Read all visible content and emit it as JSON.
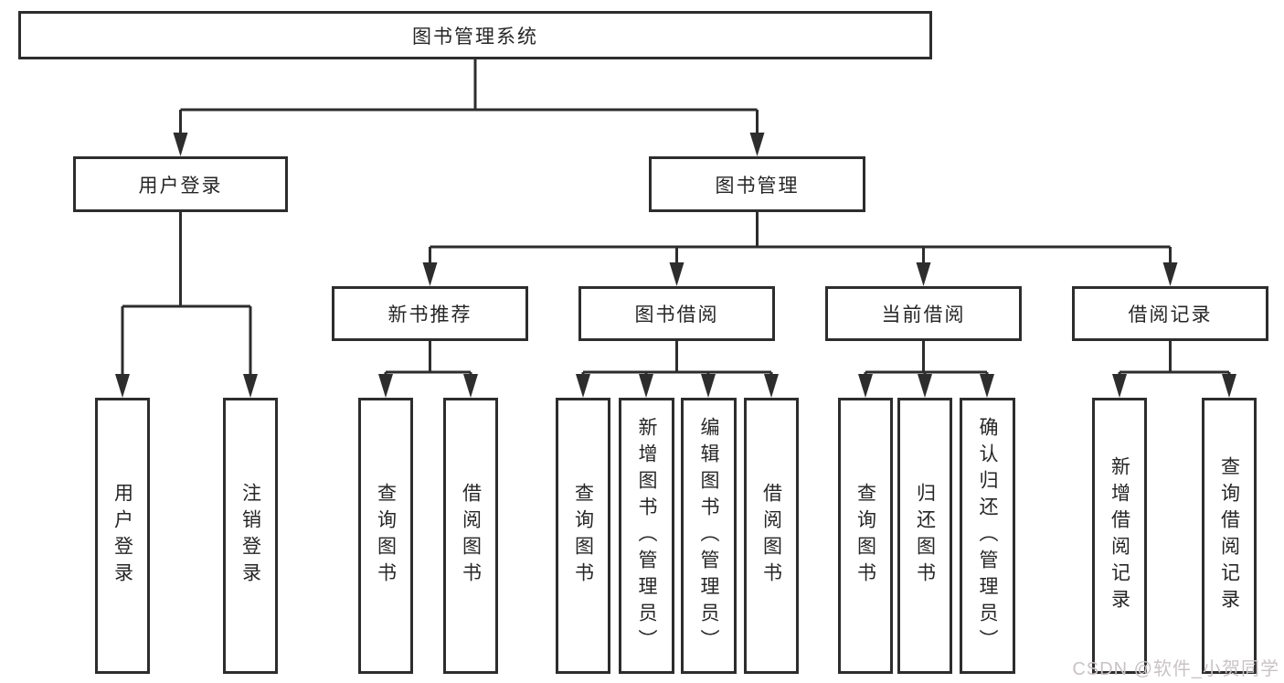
{
  "tree": {
    "label": "图书管理系统",
    "children": [
      {
        "label": "用户登录",
        "children": [
          {
            "label": "用户登录"
          },
          {
            "label": "注销登录"
          }
        ]
      },
      {
        "label": "图书管理",
        "children": [
          {
            "label": "新书推荐",
            "children": [
              {
                "label": "查询图书"
              },
              {
                "label": "借阅图书"
              }
            ]
          },
          {
            "label": "图书借阅",
            "children": [
              {
                "label": "查询图书"
              },
              {
                "label": "新增图书（管理员）"
              },
              {
                "label": "编辑图书（管理员）"
              },
              {
                "label": "借阅图书"
              }
            ]
          },
          {
            "label": "当前借阅",
            "children": [
              {
                "label": "查询图书"
              },
              {
                "label": "归还图书"
              },
              {
                "label": "确认归还（管理员）"
              }
            ]
          },
          {
            "label": "借阅记录",
            "children": [
              {
                "label": "新增借阅记录"
              },
              {
                "label": "查询借阅记录"
              }
            ]
          }
        ]
      }
    ]
  },
  "watermark": {
    "text": "CSDN @软件_小贺同学"
  },
  "colors": {
    "line": "#2d2d2d",
    "box_border": "#2d2d2d",
    "text": "#262626",
    "watermark": "#c9c3c6",
    "background": "#ffffff"
  }
}
